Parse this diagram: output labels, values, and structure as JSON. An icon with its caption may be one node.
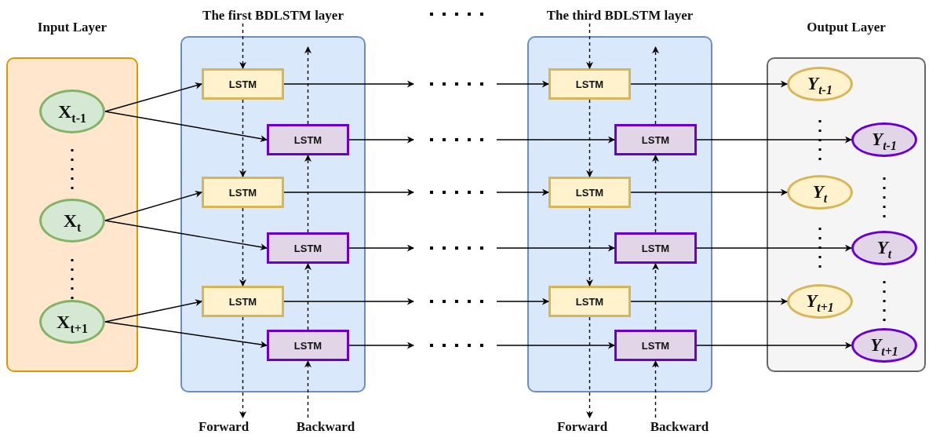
{
  "diagram": {
    "nodes": [
      {
        "text": [
          "Input Layer"
        ]
      },
      {
        "text": [
          "X$_{t-1}$"
        ],
        "in": 0
      },
      {
        "text": [
          "X$_{t}$"
        ],
        "in": 0
      },
      {
        "text": [
          "X$_{t+1}$"
        ],
        "in": 0
      },
      {
        "text": [
          "The first BDLSTM layer"
        ]
      },
      {
        "text": [
          "LSTM"
        ],
        "in": 4
      },
      {
        "text": [
          "LSTM"
        ],
        "in": 4
      },
      {
        "text": [
          "LSTM"
        ],
        "in": 4
      },
      {
        "text": [
          "LSTM"
        ],
        "in": 4
      },
      {
        "text": [
          "LSTM"
        ],
        "in": 4
      },
      {
        "text": [
          "LSTM"
        ],
        "in": 4
      },
      {
        "text": [
          "The third BDLSTM layer"
        ]
      },
      {
        "text": [
          "LSTM"
        ],
        "in": 11
      },
      {
        "text": [
          "LSTM"
        ],
        "in": 11
      },
      {
        "text": [
          "LSTM"
        ],
        "in": 11
      },
      {
        "text": [
          "LSTM"
        ],
        "in": 11
      },
      {
        "text": [
          "LSTM"
        ],
        "in": 11
      },
      {
        "text": [
          "LSTM"
        ],
        "in": 11
      },
      {
        "text": [
          "Output Layer"
        ]
      },
      {
        "text": [
          "Y$_{t-1}$"
        ],
        "in": 18
      },
      {
        "text": [
          "Y$_{t-1}$"
        ],
        "in": 18
      },
      {
        "text": [
          "Y$_{t}$"
        ],
        "in": 18
      },
      {
        "text": [
          "Y$_{t}$"
        ],
        "in": 18
      },
      {
        "text": [
          "Y$_{t+1}$"
        ],
        "in": 18
      },
      {
        "text": [
          "Y$_{t+1}$"
        ],
        "in": 18
      },
      {
        "text": [
          "Forward"
        ]
      },
      {
        "text": [
          "Backward"
        ]
      },
      {
        "text": [
          "Forward"
        ]
      },
      {
        "text": [
          "Backward"
        ]
      }
    ],
    "edges": [
      {
        "from": 1,
        "to": 5,
        "arrow": "to"
      },
      {
        "from": 1,
        "to": 6,
        "arrow": "to"
      },
      {
        "from": 2,
        "to": 7,
        "arrow": "to"
      },
      {
        "from": 2,
        "to": 8,
        "arrow": "to"
      },
      {
        "from": 3,
        "to": 9,
        "arrow": "to"
      },
      {
        "from": 3,
        "to": 10,
        "arrow": "to"
      },
      {
        "from": null,
        "to": 5,
        "arrow": "to",
        "style": "dashed"
      },
      {
        "from": 5,
        "to": 7,
        "arrow": "to",
        "style": "dashed"
      },
      {
        "from": 7,
        "to": 9,
        "arrow": "to",
        "style": "dashed"
      },
      {
        "from": 9,
        "to": 25,
        "arrow": "to",
        "style": "dashed"
      },
      {
        "from": 26,
        "to": 10,
        "arrow": "to",
        "style": "dashed"
      },
      {
        "from": 10,
        "to": 8,
        "arrow": "to",
        "style": "dashed"
      },
      {
        "from": 8,
        "to": 6,
        "arrow": "to",
        "style": "dashed"
      },
      {
        "from": 6,
        "to": null,
        "arrow": "to",
        "style": "dashed"
      },
      {
        "from": 5,
        "to": null,
        "arrow": "to"
      },
      {
        "from": 6,
        "to": null,
        "arrow": "to"
      },
      {
        "from": 7,
        "to": null,
        "arrow": "to"
      },
      {
        "from": 8,
        "to": null,
        "arrow": "to"
      },
      {
        "from": 9,
        "to": null,
        "arrow": "to"
      },
      {
        "from": 10,
        "to": null,
        "arrow": "to"
      },
      {
        "from": null,
        "to": 12,
        "arrow": "to"
      },
      {
        "from": null,
        "to": 13,
        "arrow": "to"
      },
      {
        "from": null,
        "to": 14,
        "arrow": "to"
      },
      {
        "from": null,
        "to": 15,
        "arrow": "to"
      },
      {
        "from": null,
        "to": 16,
        "arrow": "to"
      },
      {
        "from": null,
        "to": 17,
        "arrow": "to"
      },
      {
        "from": null,
        "to": 12,
        "arrow": "to",
        "style": "dashed"
      },
      {
        "from": 12,
        "to": 14,
        "arrow": "to",
        "style": "dashed"
      },
      {
        "from": 14,
        "to": 16,
        "arrow": "to",
        "style": "dashed"
      },
      {
        "from": 16,
        "to": 27,
        "arrow": "to",
        "style": "dashed"
      },
      {
        "from": 28,
        "to": 17,
        "arrow": "to",
        "style": "dashed"
      },
      {
        "from": 17,
        "to": 15,
        "arrow": "to",
        "style": "dashed"
      },
      {
        "from": 15,
        "to": 13,
        "arrow": "to",
        "style": "dashed"
      },
      {
        "from": 13,
        "to": null,
        "arrow": "to",
        "style": "dashed"
      },
      {
        "from": 12,
        "to": 19,
        "arrow": "to"
      },
      {
        "from": 13,
        "to": 20,
        "arrow": "to"
      },
      {
        "from": 14,
        "to": 21,
        "arrow": "to"
      },
      {
        "from": 15,
        "to": 22,
        "arrow": "to"
      },
      {
        "from": 16,
        "to": 23,
        "arrow": "to"
      },
      {
        "from": 17,
        "to": 24,
        "arrow": "to"
      }
    ]
  }
}
